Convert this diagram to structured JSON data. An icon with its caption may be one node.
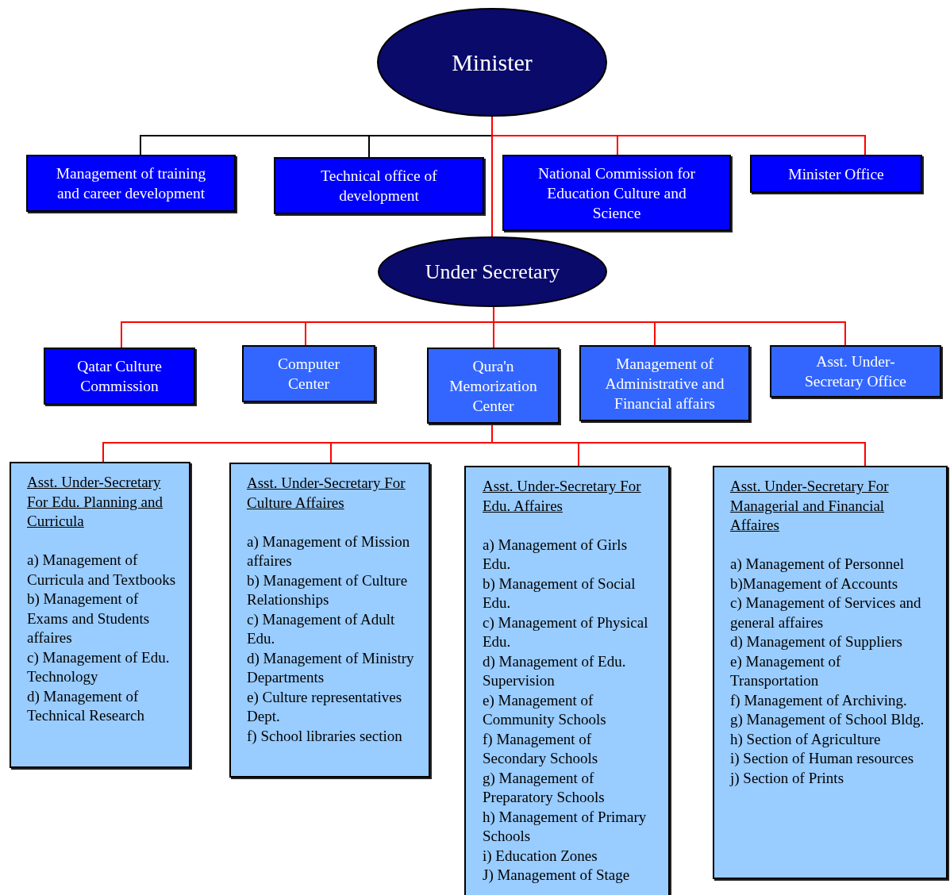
{
  "diagram": {
    "nodes": [
      {
        "text": [
          "Minister"
        ]
      },
      {
        "text": [
          "Management of training and career development"
        ]
      },
      {
        "text": [
          "Technical office of development"
        ]
      },
      {
        "text": [
          "National Commission for Education Culture and Science"
        ]
      },
      {
        "text": [
          "Minister Office"
        ]
      },
      {
        "text": [
          "Under Secretary"
        ]
      },
      {
        "text": [
          "Qatar Culture Commission"
        ]
      },
      {
        "text": [
          "Computer Center"
        ]
      },
      {
        "text": [
          "Qura'n Memorization Center"
        ]
      },
      {
        "text": [
          "Management of Administrative and Financial affairs"
        ]
      },
      {
        "text": [
          "Asst. Under-Secretary Office"
        ]
      },
      {
        "text": [
          "Asst. Under-Secretary For Edu. Planning and Curricula",
          "a) Management of Curricula and Textbooks",
          "b) Management of Exams and Students affaires",
          "c) Management of Edu. Technology",
          "d) Management of Technical Research"
        ]
      },
      {
        "text": [
          "Asst. Under-Secretary For Culture Affaires",
          "a) Management of Mission affaires",
          "b) Management of Culture Relationships",
          "c) Management of Adult Edu.",
          "d) Management of Ministry Departments",
          "e) Culture representatives Dept.",
          "f) School libraries section"
        ]
      },
      {
        "text": [
          "Asst. Under-Secretary For Edu. Affaires",
          "a) Management of Girls Edu.",
          "b) Management of Social Edu.",
          "c) Management of Physical Edu.",
          "d) Management of Edu. Supervision",
          "e) Management of Community Schools",
          "f) Management of Secondary Schools",
          "g) Management of Preparatory Schools",
          "h) Management of Primary Schools",
          "i) Education Zones",
          "J) Management of Stage"
        ]
      },
      {
        "text": [
          "Asst. Under-Secretary For Managerial and Financial Affaires",
          "a) Management of Personnel",
          "b)Management of Accounts",
          "c) Management of Services and general affaires",
          "d) Management of Suppliers",
          "e) Management of Transportation",
          "f) Management of Archiving.",
          "g) Management of School Bldg.",
          "h) Section of Agriculture",
          "i) Section of Human resources",
          "j) Section of Prints"
        ]
      }
    ],
    "edges": [
      {
        "from": 0,
        "to": 1,
        "arrow": "none",
        "color": "#000000"
      },
      {
        "from": 0,
        "to": 2,
        "arrow": "none",
        "color": "#000000"
      },
      {
        "from": 0,
        "to": 3,
        "arrow": "none"
      },
      {
        "from": 0,
        "to": 4,
        "arrow": "none"
      },
      {
        "from": 0,
        "to": 5,
        "arrow": "none"
      },
      {
        "from": 5,
        "to": 6,
        "arrow": "none"
      },
      {
        "from": 5,
        "to": 7,
        "arrow": "none"
      },
      {
        "from": 5,
        "to": 8,
        "arrow": "none"
      },
      {
        "from": 5,
        "to": 9,
        "arrow": "none"
      },
      {
        "from": 5,
        "to": 10,
        "arrow": "none"
      },
      {
        "from": 8,
        "to": 11,
        "arrow": "none"
      },
      {
        "from": 8,
        "to": 12,
        "arrow": "none"
      },
      {
        "from": 8,
        "to": 13,
        "arrow": "none"
      },
      {
        "from": 8,
        "to": 14,
        "arrow": "none"
      }
    ]
  }
}
